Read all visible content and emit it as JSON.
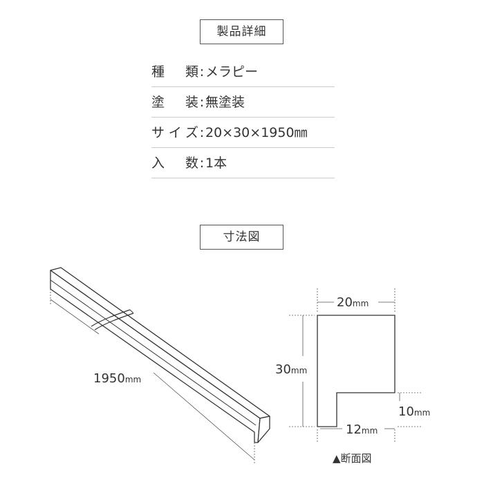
{
  "details": {
    "title": "製品詳細",
    "rows": [
      {
        "label": "種類",
        "value": "メラピー"
      },
      {
        "label": "塗装",
        "value": "無塗装"
      },
      {
        "label": "サイズ",
        "value": "20×30×1950㎜"
      },
      {
        "label": "入数",
        "value": "1本"
      }
    ],
    "separator": ":"
  },
  "dimensions": {
    "title": "寸法図",
    "length": {
      "value": "1950",
      "unit": "mm"
    },
    "section": {
      "width": {
        "value": "20",
        "unit": "mm"
      },
      "height": {
        "value": "30",
        "unit": "mm"
      },
      "lip_height": {
        "value": "10",
        "unit": "mm"
      },
      "bottom_width": {
        "value": "12",
        "unit": "mm"
      },
      "caption": "▲断面図"
    }
  },
  "colors": {
    "line": "#333333",
    "rule": "#cccccc",
    "border": "#555555"
  }
}
